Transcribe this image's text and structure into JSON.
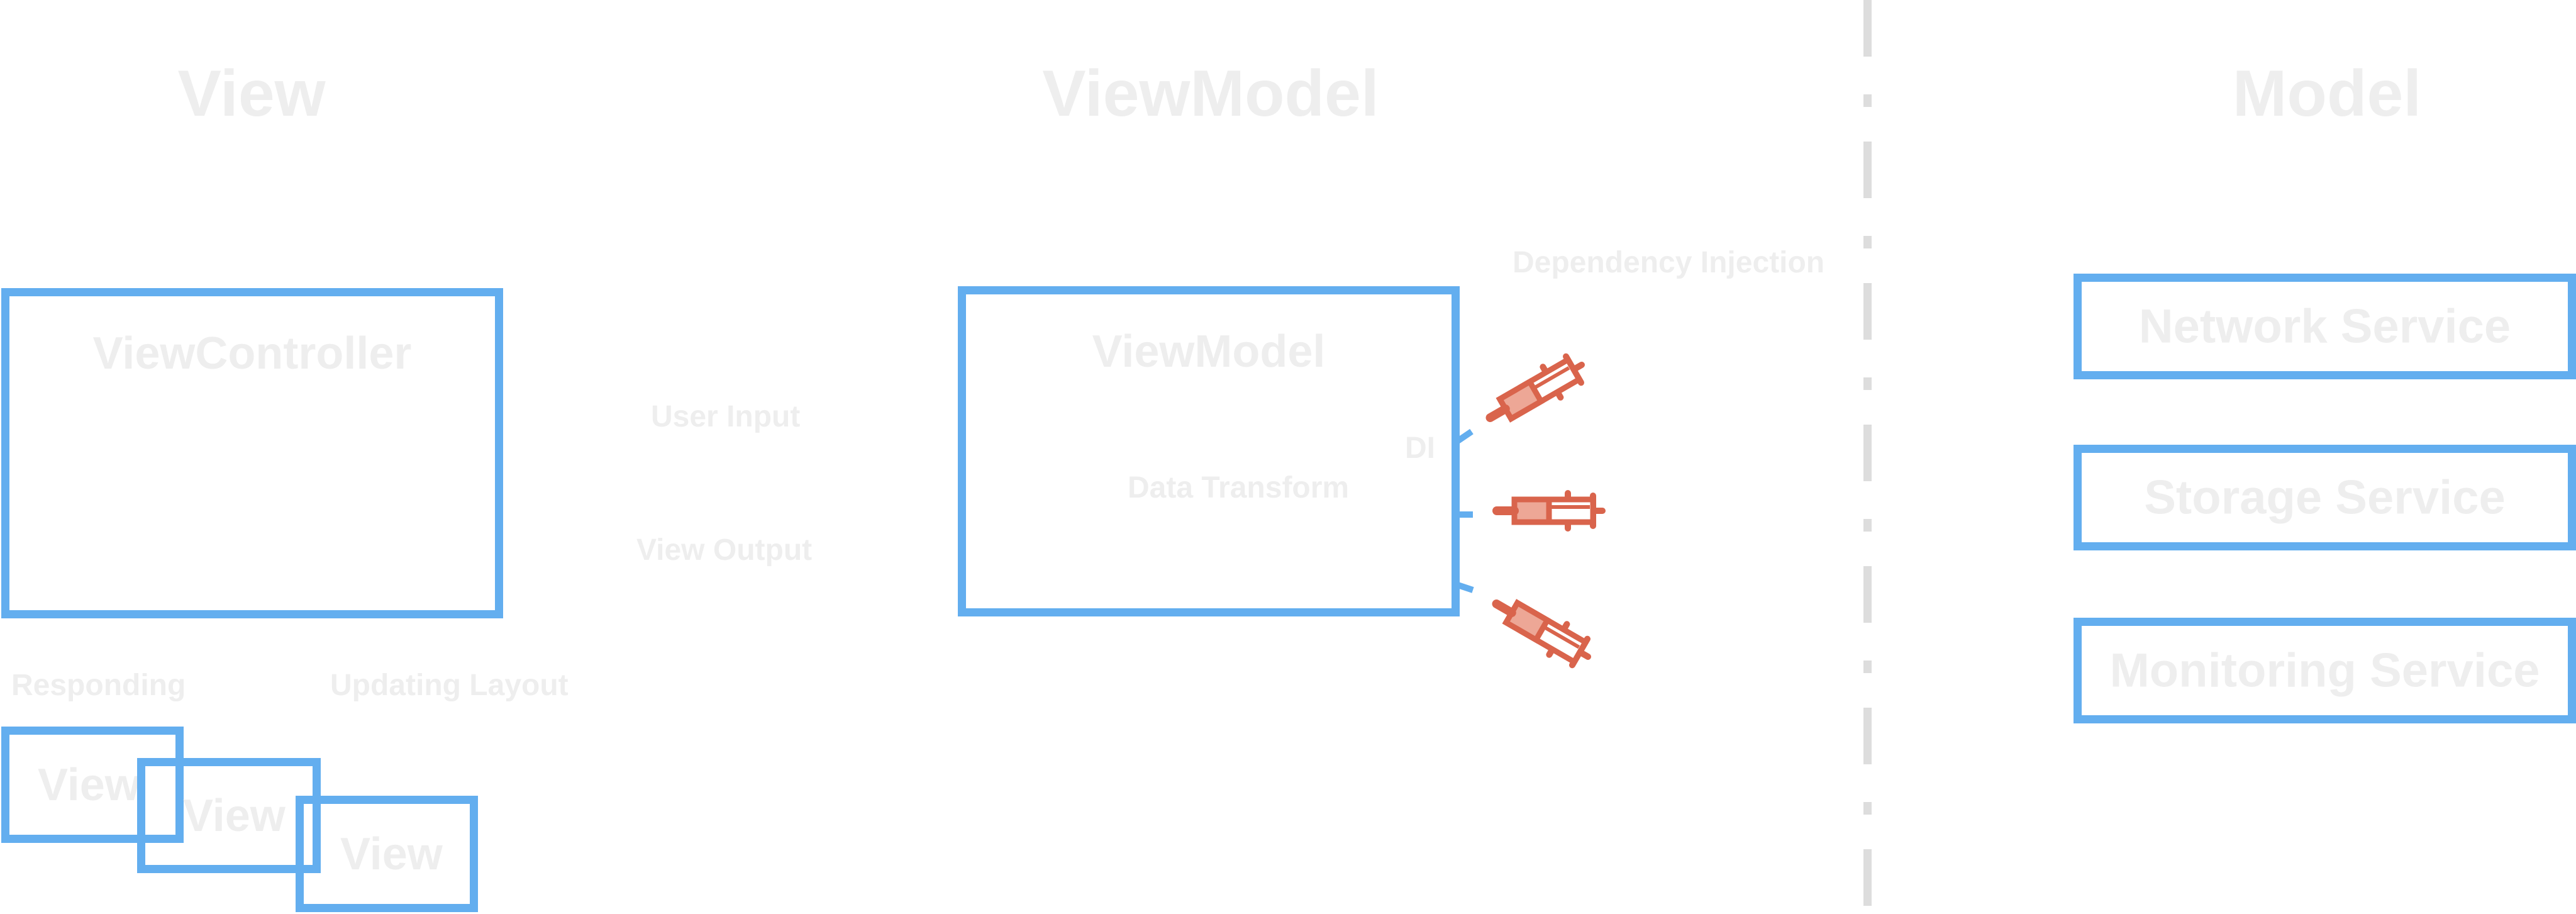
{
  "columns": {
    "view": "View",
    "viewmodel": "ViewModel",
    "model": "Model"
  },
  "view_section": {
    "view_controller": "ViewController",
    "responding": "Responding",
    "updating_layout": "Updating Layout",
    "sub_views": [
      "View",
      "View",
      "View"
    ]
  },
  "bindings": {
    "user_input": "User Input",
    "view_output": "View Output"
  },
  "viewmodel_section": {
    "title": "ViewModel",
    "data_transform": "Data Transform",
    "di": "DI",
    "dependency_injection": "Dependency Injection",
    "syringe_icons": [
      "syringe-icon",
      "syringe-icon",
      "syringe-icon"
    ]
  },
  "model_section": {
    "services": [
      "Network Service",
      "Storage Service",
      "Monitoring Service"
    ]
  },
  "colors": {
    "box_border": "#63aeef",
    "faint_text": "#eeeeee",
    "divider": "#dddddd",
    "syringe": "#d9644c",
    "syringe_fill": "#eda796"
  }
}
